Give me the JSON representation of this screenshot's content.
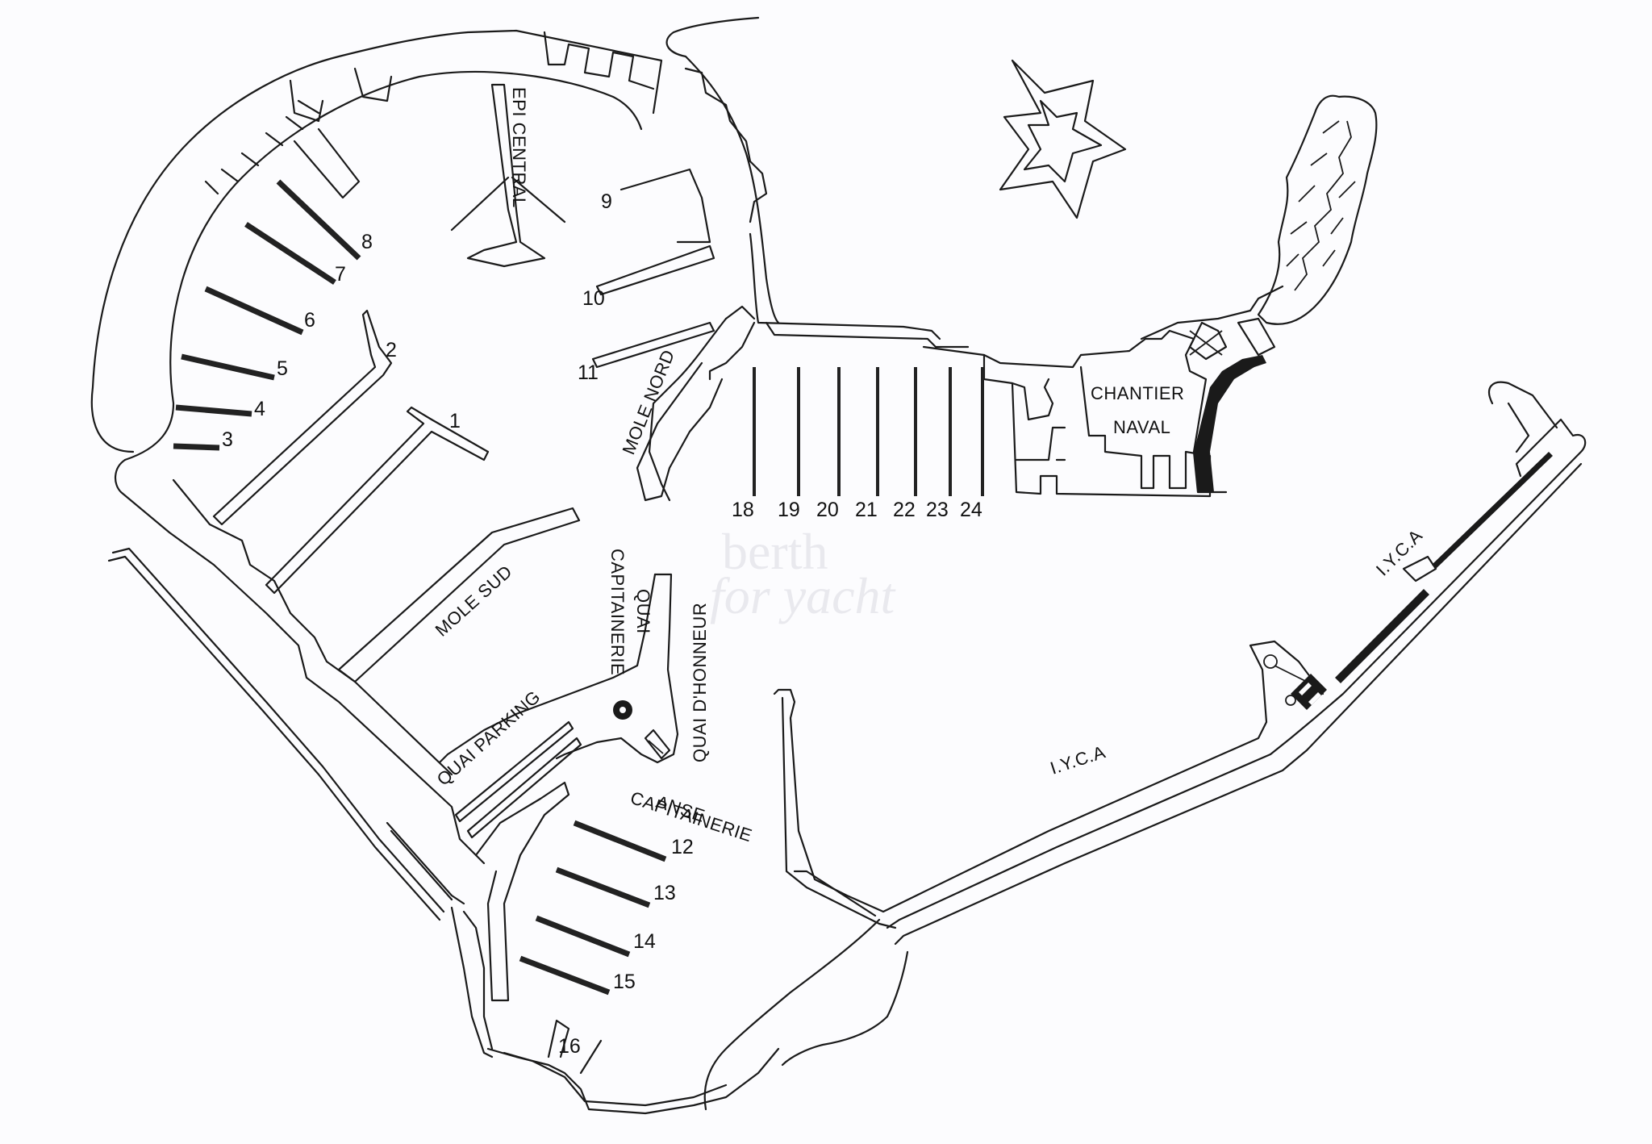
{
  "map": {
    "background": "#fcfcfe",
    "line_color": "#1a1a1a",
    "watermark": {
      "line1": "berth",
      "line2": "for yacht"
    },
    "berths": [
      "1",
      "2",
      "3",
      "4",
      "5",
      "6",
      "7",
      "8",
      "9",
      "10",
      "11",
      "12",
      "13",
      "14",
      "15",
      "16",
      "18",
      "19",
      "20",
      "21",
      "22",
      "23",
      "24"
    ],
    "areas": {
      "epi_central": "EPI CENTRAL",
      "mole_nord": "MOLE NORD",
      "mole_sud": "MOLE SUD",
      "quai_capitainerie_1": "QUAI",
      "quai_capitainerie_2": "CAPITAINERIE",
      "quai_honneur": "QUAI D'HONNEUR",
      "quai_parking": "QUAI PARKING",
      "anse_1": "ANSE",
      "anse_2": "CAPITAINERIE",
      "chantier_1": "CHANTIER",
      "chantier_2": "NAVAL",
      "iyca_east": "I.Y.C.A",
      "iyca_south": "I.Y.C.A"
    },
    "icons": [
      "fort-icon",
      "helipad-icon",
      "fuel-station-icon",
      "rocky-outcrop-icon"
    ]
  }
}
